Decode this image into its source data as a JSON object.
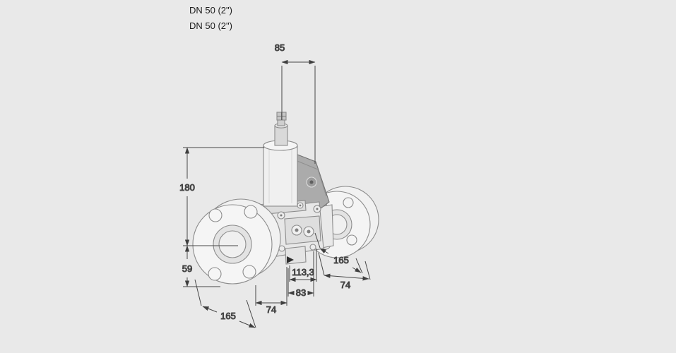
{
  "product": {
    "line1": "DN 50 (2\")",
    "line2": "DN 50 (2\")"
  },
  "dims": {
    "actuator_width": "85",
    "center_to_top": "180",
    "center_to_bottom": "59",
    "left_flange_diameter": "165",
    "left_face_to_axis": "74",
    "port_spacing": "83",
    "face_to_coil_axis": "113,3",
    "right_flange_diameter": "165",
    "right_flange_depth": "74"
  },
  "colors": {
    "background": "#e9e9e9",
    "drawing_line": "#8c8c8c",
    "dimension_line": "#474747",
    "text": "#1c1c1c",
    "coil_fill": "#ababab"
  }
}
